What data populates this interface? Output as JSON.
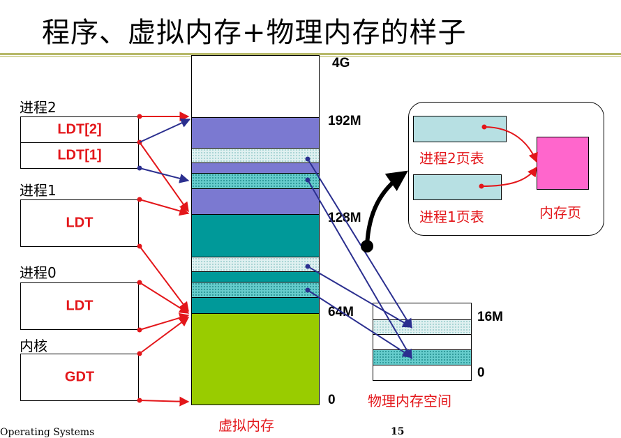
{
  "title": "程序、虚拟内存+物理内存的样子",
  "processes": {
    "p2_label": "进程2",
    "p2_ldt2": "LDT[2]",
    "p2_ldt1": "LDT[1]",
    "p1_label": "进程1",
    "p1_ldt": "LDT",
    "p0_label": "进程0",
    "p0_ldt": "LDT",
    "kernel_label": "内核",
    "kernel_gdt": "GDT"
  },
  "virtual_memory": {
    "label": "虚拟内存",
    "marks": [
      "4G",
      "192M",
      "128M",
      "64M",
      "0"
    ]
  },
  "physical_memory": {
    "label": "物理内存空间",
    "marks": [
      "16M",
      "0"
    ]
  },
  "page_tables": {
    "p2": "进程2页表",
    "p1": "进程1页表",
    "page": "内存页"
  },
  "footer": {
    "left": "Operating Systems",
    "page_number": "15"
  },
  "colors": {
    "red": "#e3161a",
    "navy": "#2b2f8f",
    "purple": "#7b79d1",
    "teal": "#009999",
    "green": "#99cc00",
    "lightblue": "#b7e0e3",
    "pink": "#ff66cc"
  }
}
